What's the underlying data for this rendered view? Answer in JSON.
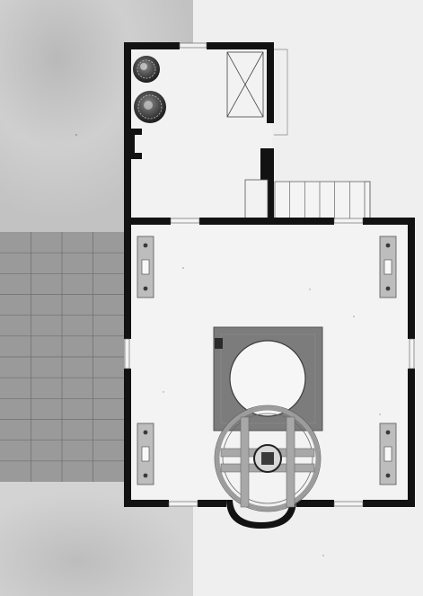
{
  "drawing": {
    "subject": "architectural-floor-plan",
    "palette": {
      "paper": "#efefef",
      "paper_shade": "#c9c9c9",
      "paving": "#9a9a9a",
      "paving_line": "#6e6e6e",
      "wall": "#121212",
      "hearth": "#7c7c7c",
      "hearth_edge": "#505050",
      "circle_fill": "#f6f6f6",
      "ring": "#9c9c9c",
      "line": "#3a3a3a"
    },
    "paving_grid": {
      "rows": 12,
      "columns": 4
    },
    "stair_treads": 6,
    "column_bases": 4
  }
}
